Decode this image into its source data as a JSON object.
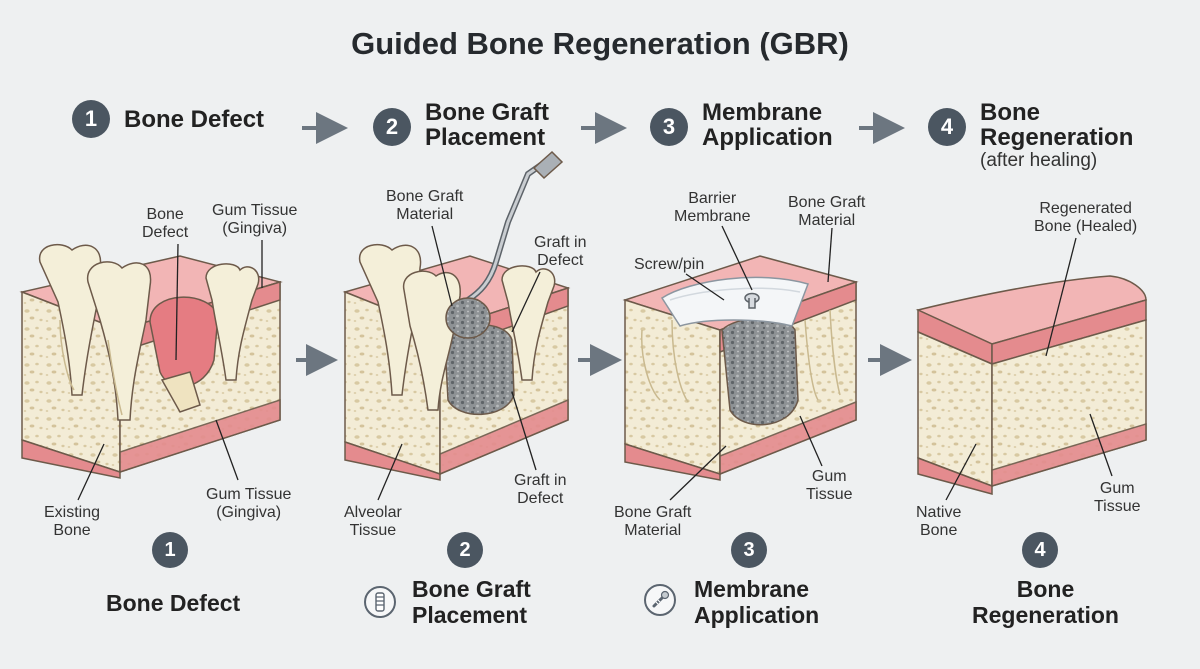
{
  "title": "Guided Bone Regeneration (GBR)",
  "steps": [
    {
      "num": "1",
      "title_line1": "Bone Defect",
      "title_line2": "",
      "subtitle": ""
    },
    {
      "num": "2",
      "title_line1": "Bone Graft",
      "title_line2": "Placement",
      "subtitle": ""
    },
    {
      "num": "3",
      "title_line1": "Membrane",
      "title_line2": "Application",
      "subtitle": ""
    },
    {
      "num": "4",
      "title_line1": "Bone",
      "title_line2": "Regeneration",
      "subtitle": "(after healing)"
    }
  ],
  "labels": {
    "s1_bone_defect": "Bone\nDefect",
    "s1_gum_tissue_top": "Gum Tissue\n(Gingiva)",
    "s1_existing_bone": "Existing\nBone",
    "s1_gum_tissue_bottom": "Gum Tissue\n(Gingiva)",
    "s2_bone_graft_material": "Bone Graft\nMaterial",
    "s2_graft_in_defect_top": "Graft in\nDefect",
    "s2_alveolar_tissue": "Alveolar\nTissue",
    "s2_graft_in_defect_bottom": "Graft in\nDefect",
    "s3_barrier_membrane": "Barrier\nMembrane",
    "s3_bone_graft_material_top": "Bone Graft\nMaterial",
    "s3_screw_pin": "Screw/pin",
    "s3_bone_graft_material_bottom": "Bone Graft\nMaterial",
    "s3_gum_tissue": "Gum\nTissue",
    "s4_regenerated_bone": "Regenerated\nBone (Healed)",
    "s4_native_bone": "Native\nBone",
    "s4_gum_tissue": "Gum\nTissue"
  },
  "bottom": [
    {
      "num": "1",
      "title": "Bone Defect",
      "icon": "none"
    },
    {
      "num": "2",
      "title": "Bone Graft\nPlacement",
      "icon": "graft-cylinder-icon"
    },
    {
      "num": "3",
      "title": "Membrane\nApplication",
      "icon": "screw-icon"
    },
    {
      "num": "4",
      "title": "Bone\nRegeneration",
      "icon": "none"
    }
  ],
  "colors": {
    "gum": "#e48b8e",
    "gum_light": "#f2b5b5",
    "bone": "#f3ecd6",
    "tooth": "#f4efd9",
    "graft": "#8f9396",
    "membrane": "#f4f6f8",
    "badge": "#4b5661",
    "arrow": "#6c7680"
  }
}
